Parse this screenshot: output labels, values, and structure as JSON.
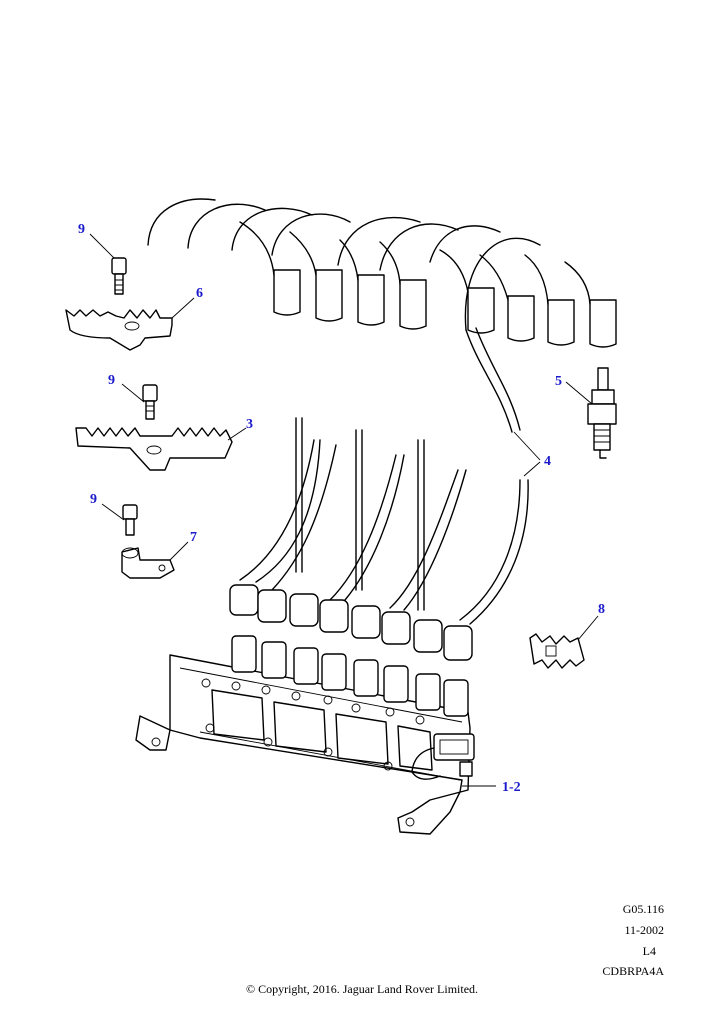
{
  "callouts": {
    "c9a": "9",
    "c6": "6",
    "c9b": "9",
    "c3": "3",
    "c9c": "9",
    "c7": "7",
    "c5": "5",
    "c4": "4",
    "c8": "8",
    "c12": "1-2"
  },
  "meta": {
    "ref": "G05.116",
    "date": "11-2002",
    "level": "L4",
    "code": "CDBRPA4A"
  },
  "copyright": "© Copyright, 2016. Jaguar Land Rover Limited.",
  "colors": {
    "callout": "#1a1acc",
    "line": "#000000",
    "background": "#ffffff"
  }
}
